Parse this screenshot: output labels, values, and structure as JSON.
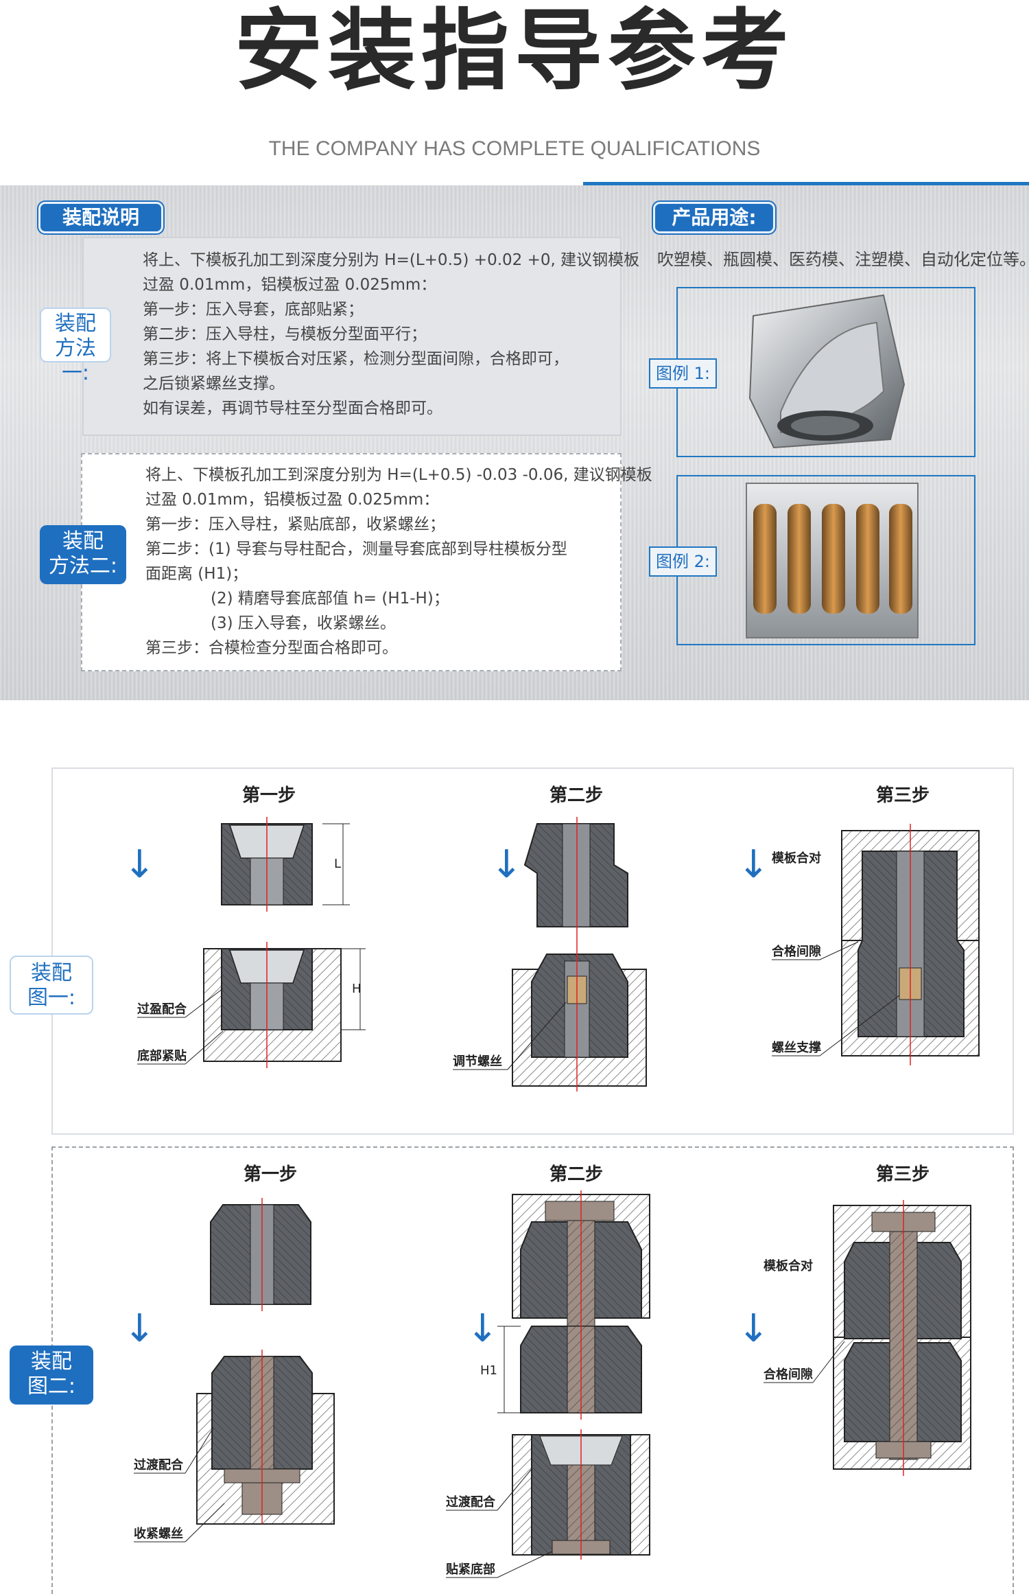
{
  "header": {
    "title": "安装指导参考",
    "subtitle": "THE COMPANY HAS COMPLETE QUALIFICATIONS"
  },
  "assembly": {
    "section_label": "装配说明",
    "method1": {
      "label_line1": "装配",
      "label_line2": "方法一:",
      "lines": [
        "将上、下模板孔加工到深度分别为 H=(L+0.5) +0.02 +0, 建议钢模板",
        "过盈 0.01mm，铝模板过盈 0.025mm：",
        "第一步：压入导套，底部贴紧；",
        "第二步：压入导柱，与模板分型面平行；",
        "第三步：将上下模板合对压紧，检测分型面间隙，合格即可，",
        "之后锁紧螺丝支撑。",
        "如有误差，再调节导柱至分型面合格即可。"
      ]
    },
    "method2": {
      "label_line1": "装配",
      "label_line2": "方法二:",
      "lines": [
        "将上、下模板孔加工到深度分别为 H=(L+0.5) -0.03 -0.06, 建议钢模板",
        "过盈 0.01mm，铝模板过盈 0.025mm：",
        "第一步：压入导柱，紧贴底部，收紧螺丝；",
        "第二步：(1) 导套与导柱配合，测量导套底部到导柱模板分型",
        "面距离 (H1)；",
        "(2) 精磨导套底部值 h= (H1-H)；",
        "(3) 压入导套，收紧螺丝。",
        "第三步：合模检查分型面合格即可。"
      ]
    }
  },
  "usage": {
    "section_label": "产品用途:",
    "text": "吹塑模、瓶圆模、医药模、注塑模、自动化定位等。",
    "figure1_label": "图例 1:",
    "figure2_label": "图例 2:"
  },
  "diagram1": {
    "side_line1": "装配",
    "side_line2": "图一:",
    "step1": "第一步",
    "step2": "第二步",
    "step3": "第三步",
    "labels": {
      "interference_fit": "过盈配合",
      "bottom_tight": "底部紧贴",
      "adjust_screw": "调节螺丝",
      "plate_align": "模板合对",
      "fit_gap": "合格间隙",
      "screw_support": "螺丝支撑",
      "dim_L": "L",
      "dim_H": "H"
    }
  },
  "diagram2": {
    "side_line1": "装配",
    "side_line2": "图二:",
    "step1": "第一步",
    "step2": "第二步",
    "step3": "第三步",
    "labels": {
      "transition_fit": "过渡配合",
      "tighten_screw": "收紧螺丝",
      "transition_fit_b": "过渡配合",
      "bottom_tight": "贴紧底部",
      "plate_align": "模板合对",
      "fit_gap": "合格间隙",
      "dim_H1": "H1"
    }
  },
  "colors": {
    "brand_blue": "#1f6fc0",
    "accent_line": "#1f77c2"
  }
}
